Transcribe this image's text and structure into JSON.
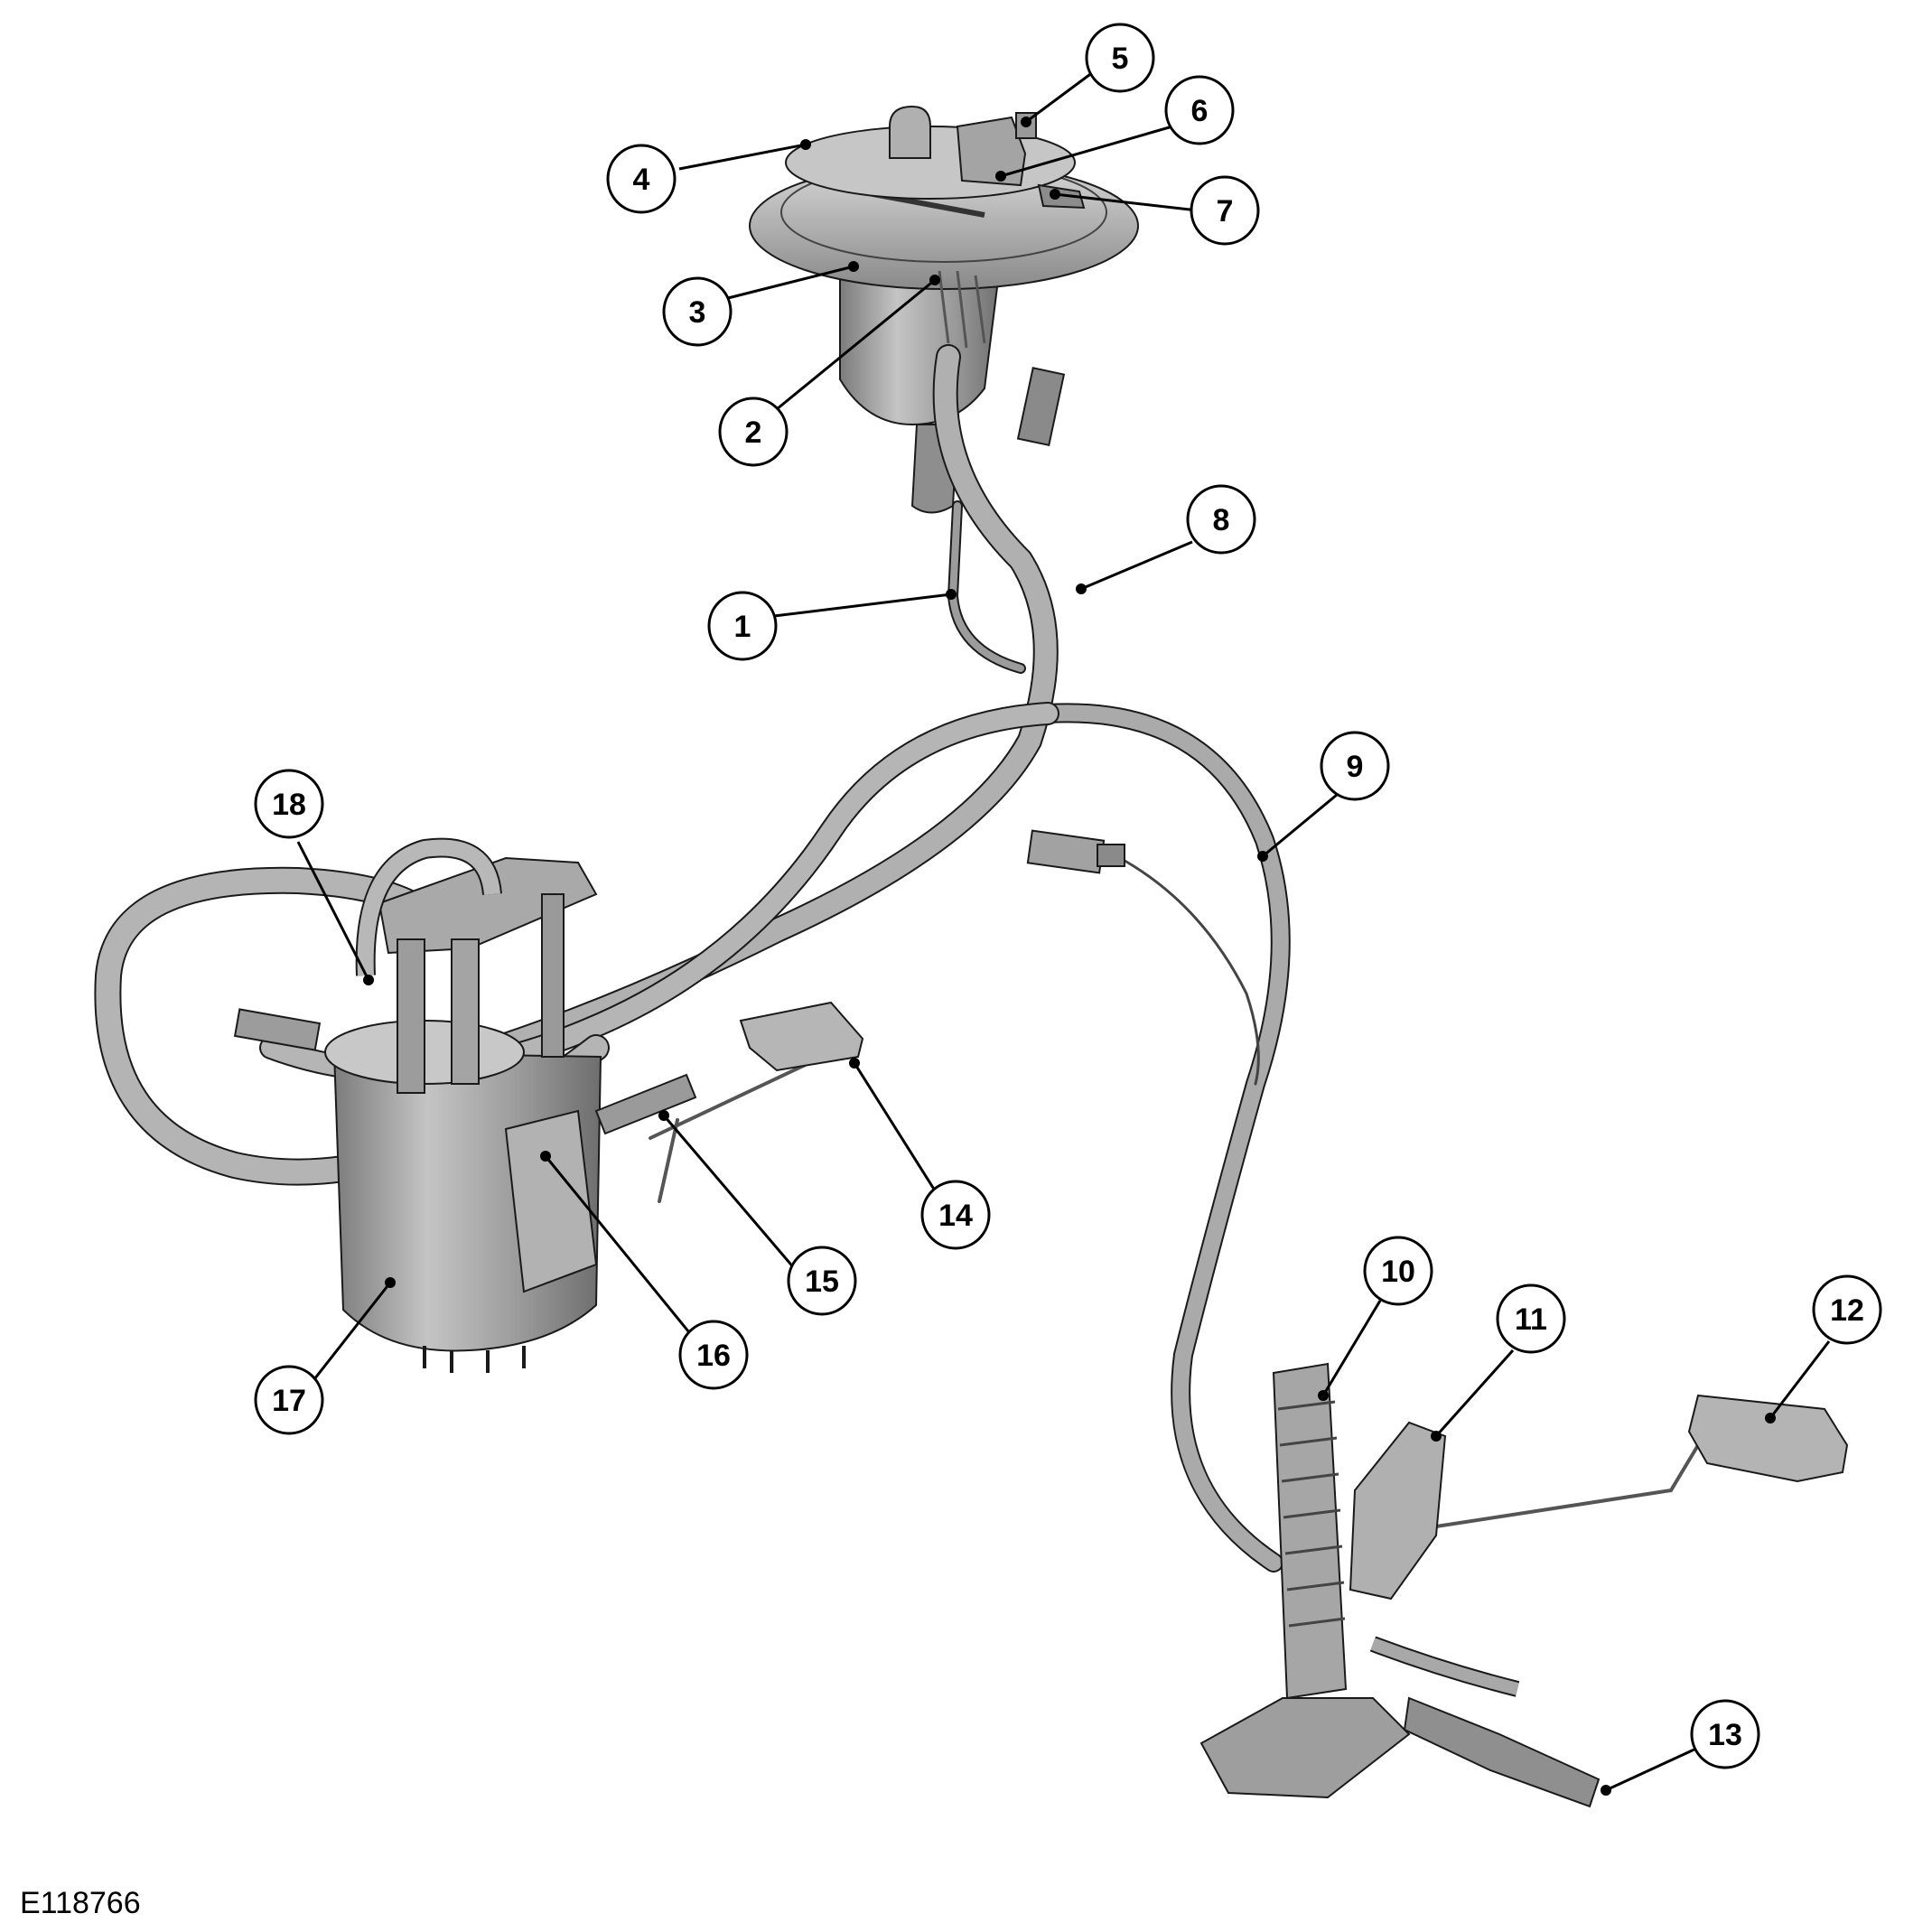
{
  "figure_code": "E118766",
  "callouts": [
    {
      "id": "1",
      "label": "1"
    },
    {
      "id": "2",
      "label": "2"
    },
    {
      "id": "3",
      "label": "3"
    },
    {
      "id": "4",
      "label": "4"
    },
    {
      "id": "5",
      "label": "5"
    },
    {
      "id": "6",
      "label": "6"
    },
    {
      "id": "7",
      "label": "7"
    },
    {
      "id": "8",
      "label": "8"
    },
    {
      "id": "9",
      "label": "9"
    },
    {
      "id": "10",
      "label": "10"
    },
    {
      "id": "11",
      "label": "11"
    },
    {
      "id": "12",
      "label": "12"
    },
    {
      "id": "13",
      "label": "13"
    },
    {
      "id": "14",
      "label": "14"
    },
    {
      "id": "15",
      "label": "15"
    },
    {
      "id": "16",
      "label": "16"
    },
    {
      "id": "17",
      "label": "17"
    },
    {
      "id": "18",
      "label": "18"
    }
  ],
  "colors": {
    "part_fill": "#b9b9b9",
    "part_shade": "#8e8e8e",
    "part_light": "#d8d8d8",
    "outline": "#1a1a1a",
    "hose": "#a7a7a7",
    "callout_stroke": "#000000",
    "callout_fill": "#ffffff"
  }
}
